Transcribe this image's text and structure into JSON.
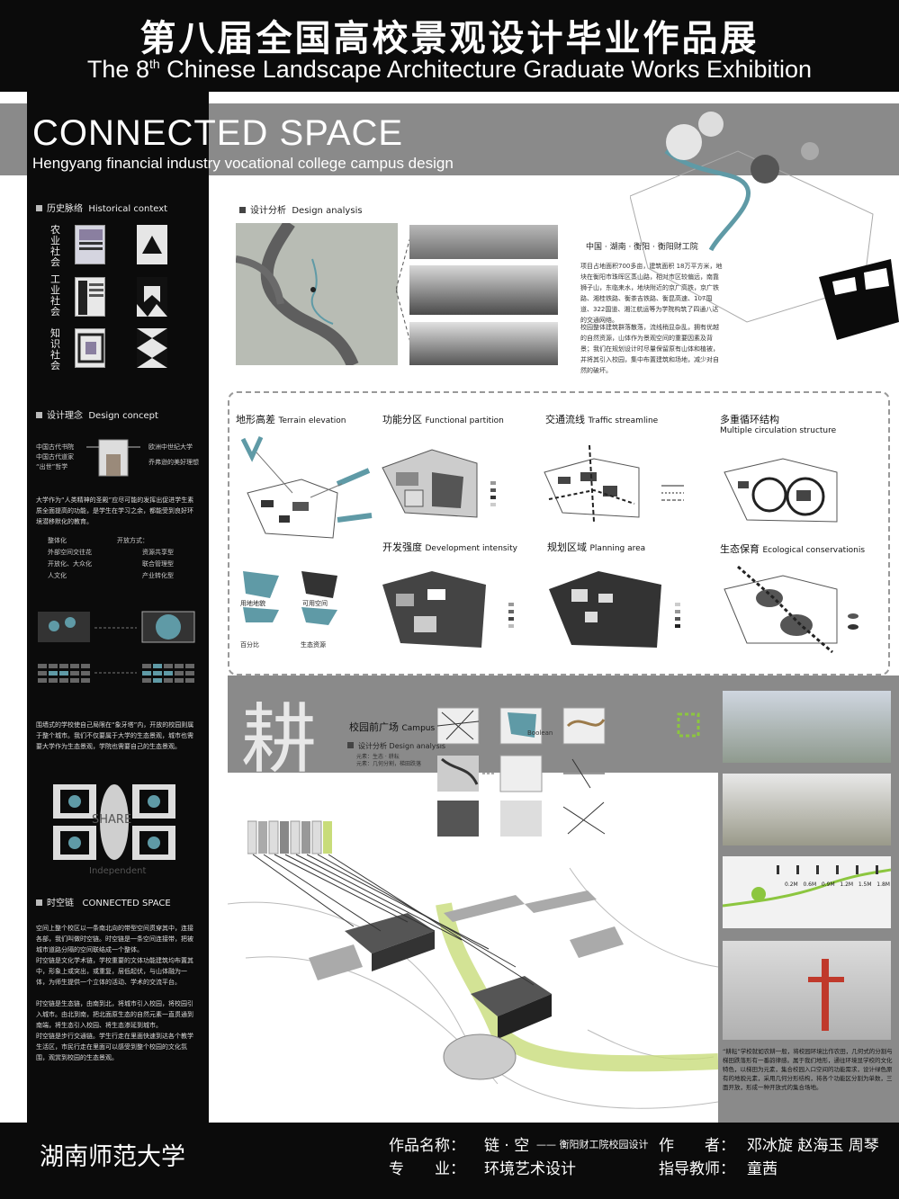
{
  "header": {
    "title_cn": "第八届全国高校景观设计毕业作品展",
    "title_en_pre": "The 8",
    "title_en_sup": "th",
    "title_en_post": " Chinese Landscape Architecture Graduate Works Exhibition"
  },
  "project": {
    "title": "CONNECTED SPACE",
    "subtitle": "Hengyang financial industry vocational college campus design"
  },
  "left": {
    "historical": {
      "cn": "历史脉络",
      "en": "Historical context"
    },
    "eras": [
      "农业社会",
      "工业社会",
      "知识社会"
    ],
    "concept": {
      "cn": "设计理念",
      "en": "Design concept"
    },
    "concept_left": [
      "中国古代书院",
      "中国古代道家",
      "“出世”哲学"
    ],
    "concept_right": [
      "欧洲中世纪大学",
      "乔弗逊的美好理想"
    ],
    "concept_para": "大学作为“人类精神的圣殿”应尽可能的发挥出促进学生素质全面提高的功能，是学生在学习之余，都能受到良好环境潜移默化的教育。",
    "list_a": [
      "整体化",
      "外部空间交往花",
      "开放化、大众化",
      "人文化"
    ],
    "list_b": [
      "开放方式：",
      "资源共享型",
      "联合管理型",
      "产业转化型"
    ],
    "ivory_para": "围墙式的学校使自己局限在“象牙塔”内，开放的校园则属于整个城市。我们不仅要属于大学的生态景观，城市也需要大学作为生态景观，学院也需要自己的生态景观。",
    "share": "SHARE",
    "independent": "Independent",
    "timechain": {
      "cn": "时空链",
      "en": "CONNECTED SPACE"
    },
    "timechain_para1": "空间上整个校区以一条南北向的带型空间贯穿其中，连接各部，我们叫做时空链。时空链是一条空间连接带，把被城市道路分隔的空间联结成一个整体。",
    "timechain_para2": "时空链是文化学术链，学校重要的文体功能建筑均布置其中，形象上或突出，或重复，层低起伏，与山体融为一体，为师生提供一个立体的活动、学术的交流平台。",
    "timechain_para3": "时空链是生态链，由南到北，将城市引入校园，将校园引入城市。由北到南，把北面原生态的自然元素一直贯通到南端，将生态引入校园、将生态渗延到城市。",
    "timechain_para4": "时空链是步行交通链。学生行走在里面快速到达各个教学生活区，市民行走在里面可以感受到整个校园的文化氛围，观赏到校园的生态景观。"
  },
  "analysis": {
    "heading_cn": "设计分析",
    "heading_en": "Design analysis",
    "location": "中国 · 湖南 · 衡阳 · 衡阳财工院",
    "para1": "项目占地面积700多亩，建筑面积 18万平方米，地块在衡阳市珠晖区蒸山路，相对市区较偏远，南靠狮子山，东临耒水，地块附近的京广高铁，京广铁路、湘桂铁路、衡茶吉铁路、衡昆高速、107国道、322国道、湘江航运等为学院构筑了四通八达的交通网络。",
    "para2": "校园整体建筑群落散落，流线稍显杂乱，拥有优越的自然资源，山体作为景观空间的重要因素及背景；我们在规划设计时尽量保留原有山体和植被，并将其引入校园，集中布置建筑和场地，减少对自然的破坏。"
  },
  "panels": [
    {
      "cn": "地形高差",
      "en": "Terrain elevation"
    },
    {
      "cn": "功能分区",
      "en": "Functional partition"
    },
    {
      "cn": "交通流线",
      "en": "Traffic streamline"
    },
    {
      "cn": "多重循环结构",
      "en": "Multiple circulation structure"
    },
    {
      "cn": "开发强度",
      "en": "Development intensity"
    },
    {
      "cn": "规划区域",
      "en": "Planning area"
    },
    {
      "cn": "生态保育",
      "en": "Ecological conservationis"
    }
  ],
  "terrain_labels": [
    "用地地貌",
    "可用空间",
    "百分比",
    "生态资源"
  ],
  "square": {
    "char": "耕",
    "title_cn": "校园前广场",
    "title_en": "Campus square",
    "analysis_cn": "设计分析",
    "analysis_en": "Design analysis",
    "note1": "元素：生态 · 耕耘",
    "note2": "元素：几何分割，梯田跌落",
    "boolean": "Boolean"
  },
  "scale_labels": [
    "0.2M",
    "0.6M",
    "0.9M",
    "1.2M",
    "1.5M",
    "1.8M"
  ],
  "right_note": "“耕耘”学校就如农耕一般，将校园环境比作农田，几何式的分割与梯田跌落形有一番韵律感。属于我们地形，通往环境显学校的文化特色，以梯田为元素，集合校园入口空间的功能需求，设计绿色原有的地貌元素，采用几何分形结构，将各个功能区分割为单数，三面开放，形成一种开放式的集合场地。",
  "footer": {
    "school": "湖南师范大学",
    "work_label": "作品名称：",
    "work_value": "链 · 空",
    "work_sub": "—— 衡阳财工院校园设计",
    "author_label": "作　　者：",
    "authors": "邓冰旋  赵海玉  周琴",
    "major_label": "专　　业：",
    "major": "环境艺术设计",
    "advisor_label": "指导教师：",
    "advisor": "童茜"
  },
  "colors": {
    "teal": "#5f9aa6",
    "lime": "#c8dc7a",
    "band_gray": "#8a8a8a",
    "black": "#0b0b0b"
  }
}
